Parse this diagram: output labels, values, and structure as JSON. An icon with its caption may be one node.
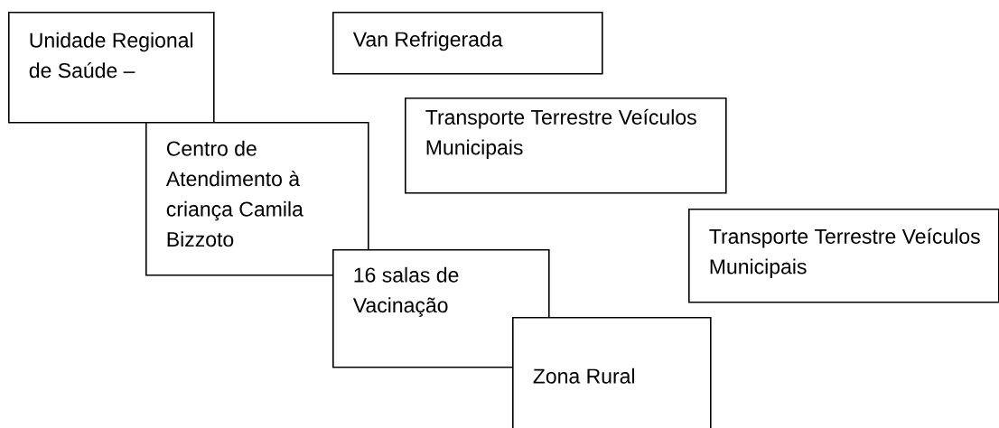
{
  "diagram": {
    "nodes": [
      {
        "text": [
          "Unidade Regional de Saúde –"
        ]
      },
      {
        "text": [
          "Van Refrigerada"
        ]
      },
      {
        "text": [
          "Centro de Atendimento à criança Camila Bizzoto"
        ]
      },
      {
        "text": [
          "Transporte Terrestre Veículos Municipais"
        ]
      },
      {
        "text": [
          "Transporte Terrestre Veículos Municipais"
        ]
      },
      {
        "text": [
          "16 salas de Vacinação"
        ]
      },
      {
        "text": [
          "Zona Rural"
        ]
      }
    ]
  }
}
